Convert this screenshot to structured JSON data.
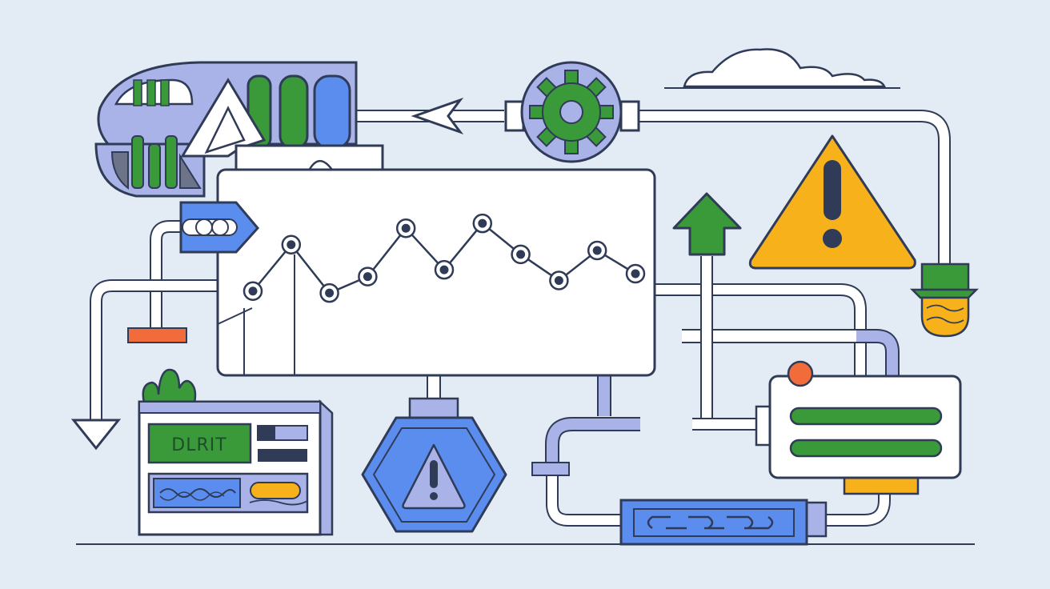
{
  "colors": {
    "background": "#e3ebf5",
    "outline": "#2f3b57",
    "pipe": "#ffffff",
    "blue": "#5b8def",
    "lavender": "#a9b3e8",
    "green": "#3a9a3a",
    "yellow": "#f7b21b",
    "orange": "#f26b3a"
  },
  "icons": [
    "gear-icon",
    "warning-icon",
    "up-arrow-icon",
    "down-arrow-icon",
    "left-arrow-icon",
    "cloud-icon",
    "chain-link-icon",
    "light-bulb-icon"
  ],
  "status_panel": {
    "label": "DLRIT"
  },
  "chart_data": {
    "type": "line",
    "x": [
      1,
      2,
      3,
      4,
      5,
      6,
      7,
      8,
      9,
      10,
      11
    ],
    "values": [
      0.3,
      0.78,
      0.28,
      0.45,
      0.95,
      0.52,
      1.0,
      0.68,
      0.41,
      0.72,
      0.48
    ],
    "ylim": [
      0,
      1.2
    ],
    "grid": false
  }
}
